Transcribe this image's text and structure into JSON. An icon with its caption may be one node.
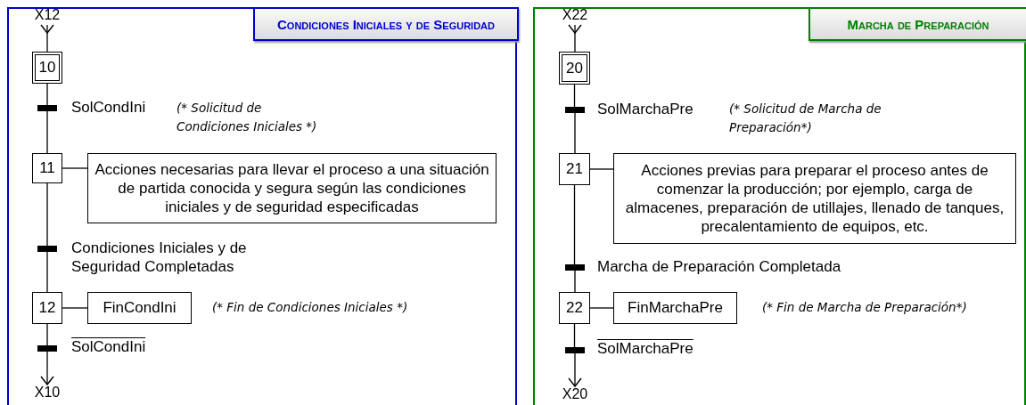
{
  "diagram": {
    "nodes": [
      {
        "text": [
          "Condiciones Iniciales y de Seguridad"
        ]
      },
      {
        "text": [
          "X12"
        ],
        "in": 0
      },
      {
        "text": [
          "10"
        ],
        "in": 0
      },
      {
        "text": [
          "SolCondIni"
        ],
        "in": 0
      },
      {
        "text": [
          "11"
        ],
        "in": 0
      },
      {
        "text": [
          "Acciones necesarias para llevar el proceso a una situación de partida conocida y segura según las condiciones iniciales y de seguridad especificadas"
        ],
        "in": 0
      },
      {
        "text": [
          "Condiciones Iniciales y de Seguridad Completadas"
        ],
        "in": 0
      },
      {
        "text": [
          "12"
        ],
        "in": 0
      },
      {
        "text": [
          "FinCondIni"
        ],
        "beside": [
          "(* Fin de Condiciones Iniciales *)"
        ],
        "in": 0
      },
      {
        "text": [
          "SolCondIni"
        ],
        "in": 0
      },
      {
        "text": [
          "X10"
        ],
        "in": 0
      },
      {
        "text": [
          "Marcha de Preparación"
        ]
      },
      {
        "text": [
          "X22"
        ],
        "in": 11
      },
      {
        "text": [
          "20"
        ],
        "in": 11
      },
      {
        "text": [
          "SolMarchaPre"
        ],
        "in": 11
      },
      {
        "text": [
          "21"
        ],
        "in": 11
      },
      {
        "text": [
          "Acciones previas para preparar el proceso antes de comenzar la producción; por ejemplo, carga de almacenes, preparación de utillajes, llenado de tanques, precalentamiento de equipos, etc."
        ],
        "in": 11
      },
      {
        "text": [
          "Marcha de Preparación Completada"
        ],
        "in": 11
      },
      {
        "text": [
          "22"
        ],
        "in": 11
      },
      {
        "text": [
          "FinMarchaPre"
        ],
        "beside": [
          "(* Fin de Marcha de Preparación*)"
        ],
        "in": 11
      },
      {
        "text": [
          "SolMarchaPre"
        ],
        "in": 11
      },
      {
        "text": [
          "X20"
        ],
        "in": 11
      }
    ],
    "edges": [
      {
        "from": 1,
        "to": 2,
        "arrow": "other"
      },
      {
        "from": 2,
        "to": 3,
        "arrow": "none"
      },
      {
        "from": 3,
        "to": 4,
        "arrow": "none"
      },
      {
        "from": 4,
        "to": 5,
        "arrow": "none"
      },
      {
        "from": 4,
        "to": 6,
        "arrow": "none"
      },
      {
        "from": 6,
        "to": 7,
        "arrow": "none"
      },
      {
        "from": 7,
        "to": 8,
        "arrow": "none"
      },
      {
        "from": 7,
        "to": 9,
        "arrow": "none"
      },
      {
        "from": 9,
        "to": 10,
        "arrow": "to"
      },
      {
        "from": 12,
        "to": 13,
        "arrow": "other"
      },
      {
        "from": 13,
        "to": 14,
        "arrow": "none"
      },
      {
        "from": 14,
        "to": 15,
        "arrow": "none"
      },
      {
        "from": 15,
        "to": 16,
        "arrow": "none"
      },
      {
        "from": 15,
        "to": 17,
        "arrow": "none"
      },
      {
        "from": 17,
        "to": 18,
        "arrow": "none"
      },
      {
        "from": 18,
        "to": 19,
        "arrow": "none"
      },
      {
        "from": 18,
        "to": 20,
        "arrow": "none"
      },
      {
        "from": 20,
        "to": 21,
        "arrow": "to"
      }
    ],
    "labels": [
      "(* Solicitud de Condiciones Iniciales *)",
      "(* Solicitud de Marcha de Preparación*)"
    ]
  }
}
